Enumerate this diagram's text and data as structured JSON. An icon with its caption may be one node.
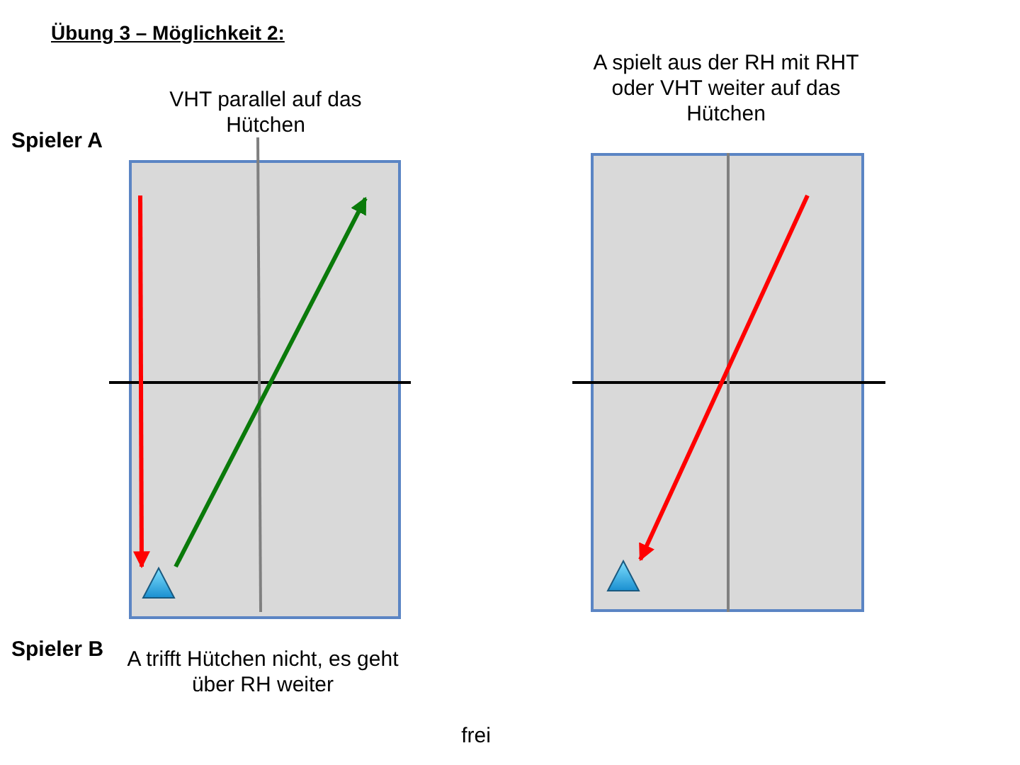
{
  "diagram": {
    "title": "Übung 3 – Möglichkeit 2:",
    "nodes": [
      {
        "text": [],
        "shape": "box"
      },
      {
        "text": [],
        "shape": "box"
      },
      {
        "text": [],
        "shape": "triangle",
        "in": 0
      },
      {
        "text": [],
        "shape": "triangle",
        "in": 1
      }
    ],
    "edges": [
      {
        "from": null,
        "to": 2,
        "arrow": "to",
        "color": "#ff0000"
      },
      {
        "from": 2,
        "to": null,
        "arrow": "to",
        "color": "#0a7a0a"
      },
      {
        "from": null,
        "to": 3,
        "arrow": "to",
        "color": "#ff0000"
      }
    ],
    "labels": [
      "Spieler A",
      "VHT parallel auf das Hütchen",
      "A spielt aus der RH mit RHT oder VHT weiter auf das Hütchen",
      "Spieler B",
      "A trifft Hütchen nicht, es geht über RH weiter",
      "frei"
    ]
  }
}
